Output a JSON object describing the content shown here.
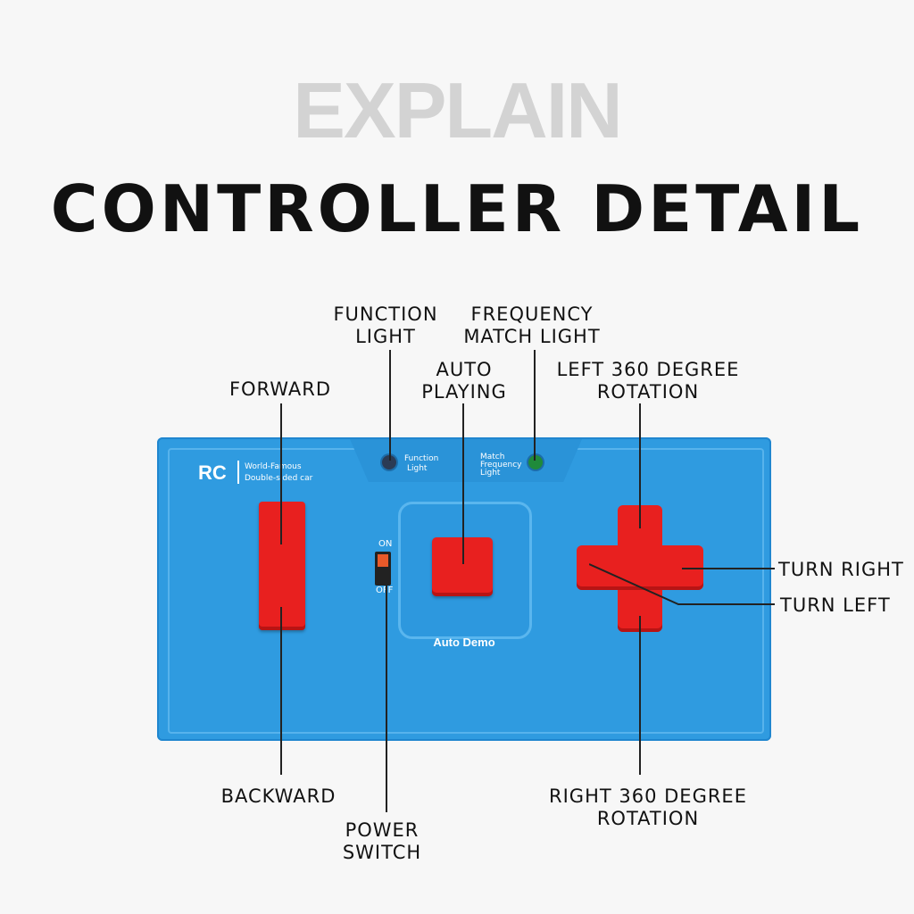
{
  "heading": {
    "line1": "EXPLAIN",
    "line2": "CONTROLLER DETAIL"
  },
  "labels": {
    "function_light": [
      "FUNCTION",
      "LIGHT"
    ],
    "frequency_match_light": [
      "FREQUENCY",
      "MATCH LIGHT"
    ],
    "auto_playing": [
      "AUTO",
      "PLAYING"
    ],
    "left_rotation": [
      "LEFT 360 DEGREE",
      "ROTATION"
    ],
    "forward": "FORWARD",
    "turn_right": "TURN RIGHT",
    "turn_left": "TURN LEFT",
    "backward": "BACKWARD",
    "power_switch": [
      "POWER",
      "SWITCH"
    ],
    "right_rotation": [
      "RIGHT 360 DEGREE",
      "ROTATION"
    ]
  },
  "device": {
    "brand": "RC",
    "tagline": [
      "World-Famous",
      "Double-sided car"
    ],
    "function_light_text": [
      "Function",
      "Light"
    ],
    "match_light_text": [
      "Match",
      "Frequency",
      "Light"
    ],
    "switch_on": "ON",
    "switch_off": "OFF",
    "auto_demo": "Auto Demo"
  },
  "colors": {
    "panel": "#2f9be0",
    "buttons": "#e8201f",
    "function_led": "#2b3b55",
    "match_led": "#1f8a3a"
  }
}
